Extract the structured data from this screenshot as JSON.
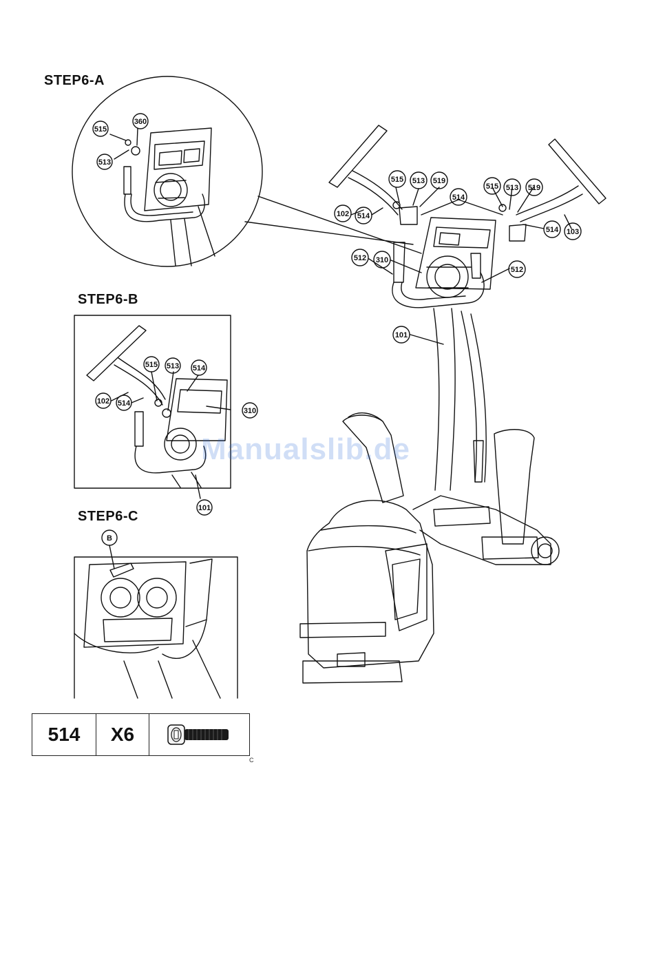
{
  "steps": {
    "a": {
      "title": "STEP6-A",
      "callouts": [
        "515",
        "360",
        "513"
      ]
    },
    "b": {
      "title": "STEP6-B",
      "callouts": [
        "515",
        "513",
        "514",
        "102",
        "514",
        "310",
        "101"
      ]
    },
    "c": {
      "title": "STEP6-C",
      "callouts": [
        "B"
      ]
    }
  },
  "main_callouts": [
    "515",
    "513",
    "519",
    "515",
    "513",
    "519",
    "514",
    "102",
    "514",
    "514",
    "103",
    "512",
    "310",
    "512",
    "101"
  ],
  "parts_table": {
    "part": "514",
    "quantity": "X6",
    "icon": "bolt-icon"
  },
  "corner_mark": "C",
  "watermark": "Manualslib.de"
}
